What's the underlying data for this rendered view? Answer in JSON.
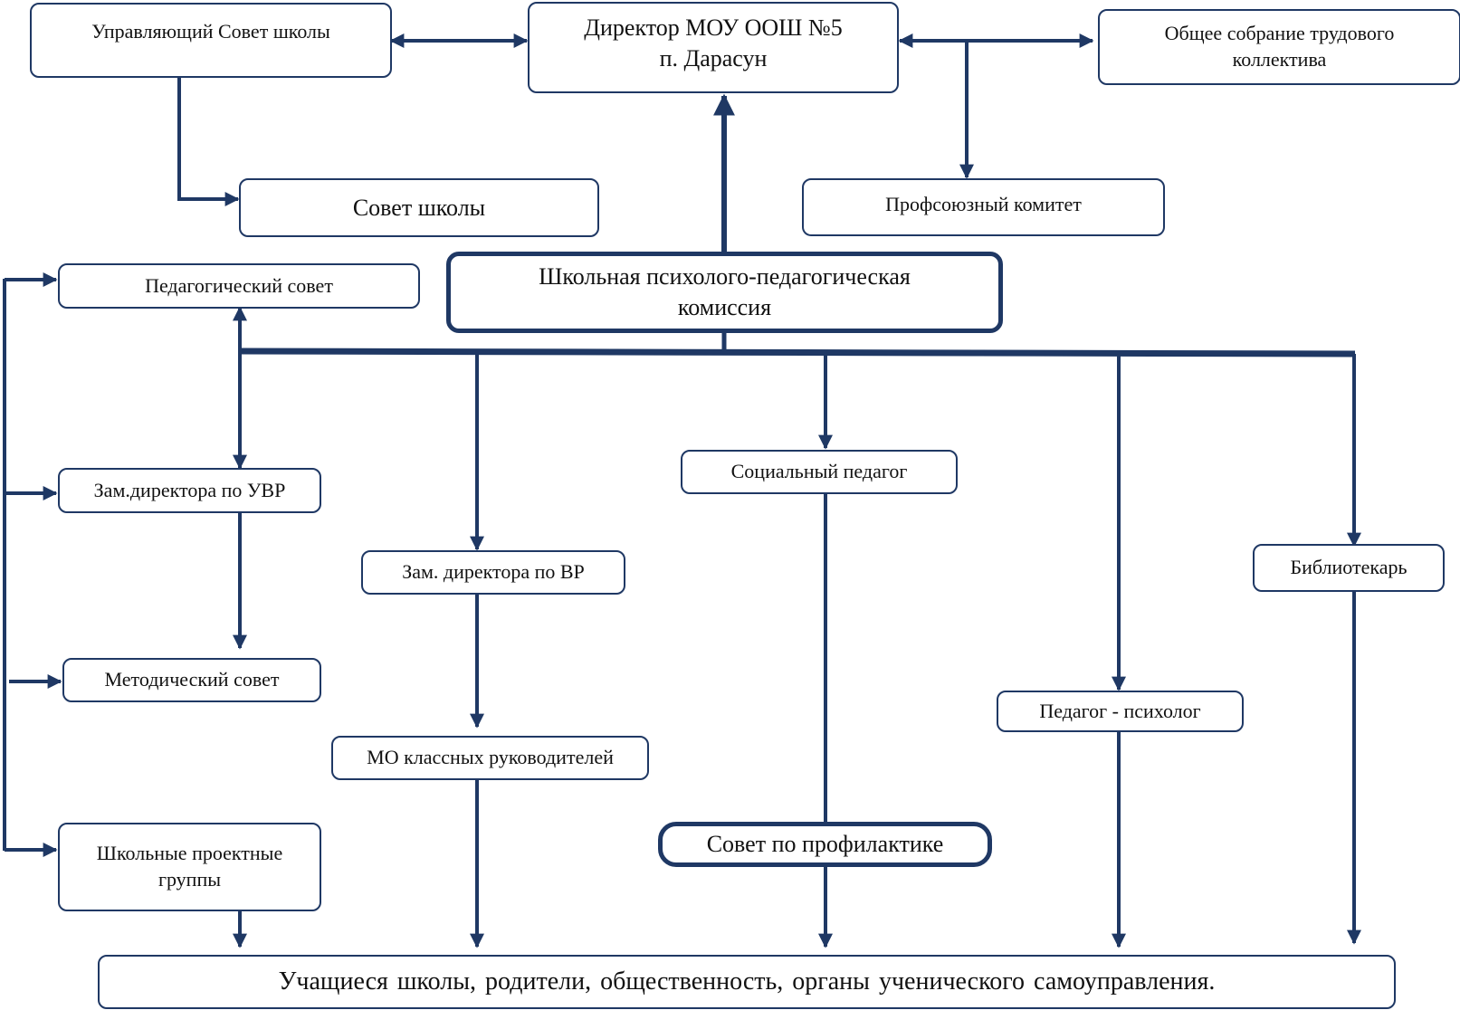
{
  "nodes": {
    "upr_sovet": "Управляющий Совет школы",
    "director_line1": "Директор МОУ ООШ №5",
    "director_line2": "п. Дарасун",
    "obshee_line1": "Общее собрание трудового",
    "obshee_line2": "коллектива",
    "sovet_shkoly": "Совет школы",
    "profkom": "Профсоюзный комитет",
    "ped_sovet": "Педагогический совет",
    "ppk_line1": "Школьная психолого-педагогическая",
    "ppk_line2": "комиссия",
    "zam_uvr": "Зам.директора по УВР",
    "soc_ped": "Социальный педагог",
    "zam_vr": "Зам. директора по ВР",
    "bibliotekar": "Библиотекарь",
    "metod_sovet": "Методический совет",
    "ped_psiholog": "Педагог - психолог",
    "mo_klass": "МО классных руководителей",
    "proekt_line1": "Школьные проектные",
    "proekt_line2": "группы",
    "sovet_prof": "Совет по профилактике",
    "uchashiesya": "Учащиеся школы, родители, общественность, органы ученического самоуправления."
  },
  "colors": {
    "line": "#1f3864",
    "border": "#1f3864"
  }
}
